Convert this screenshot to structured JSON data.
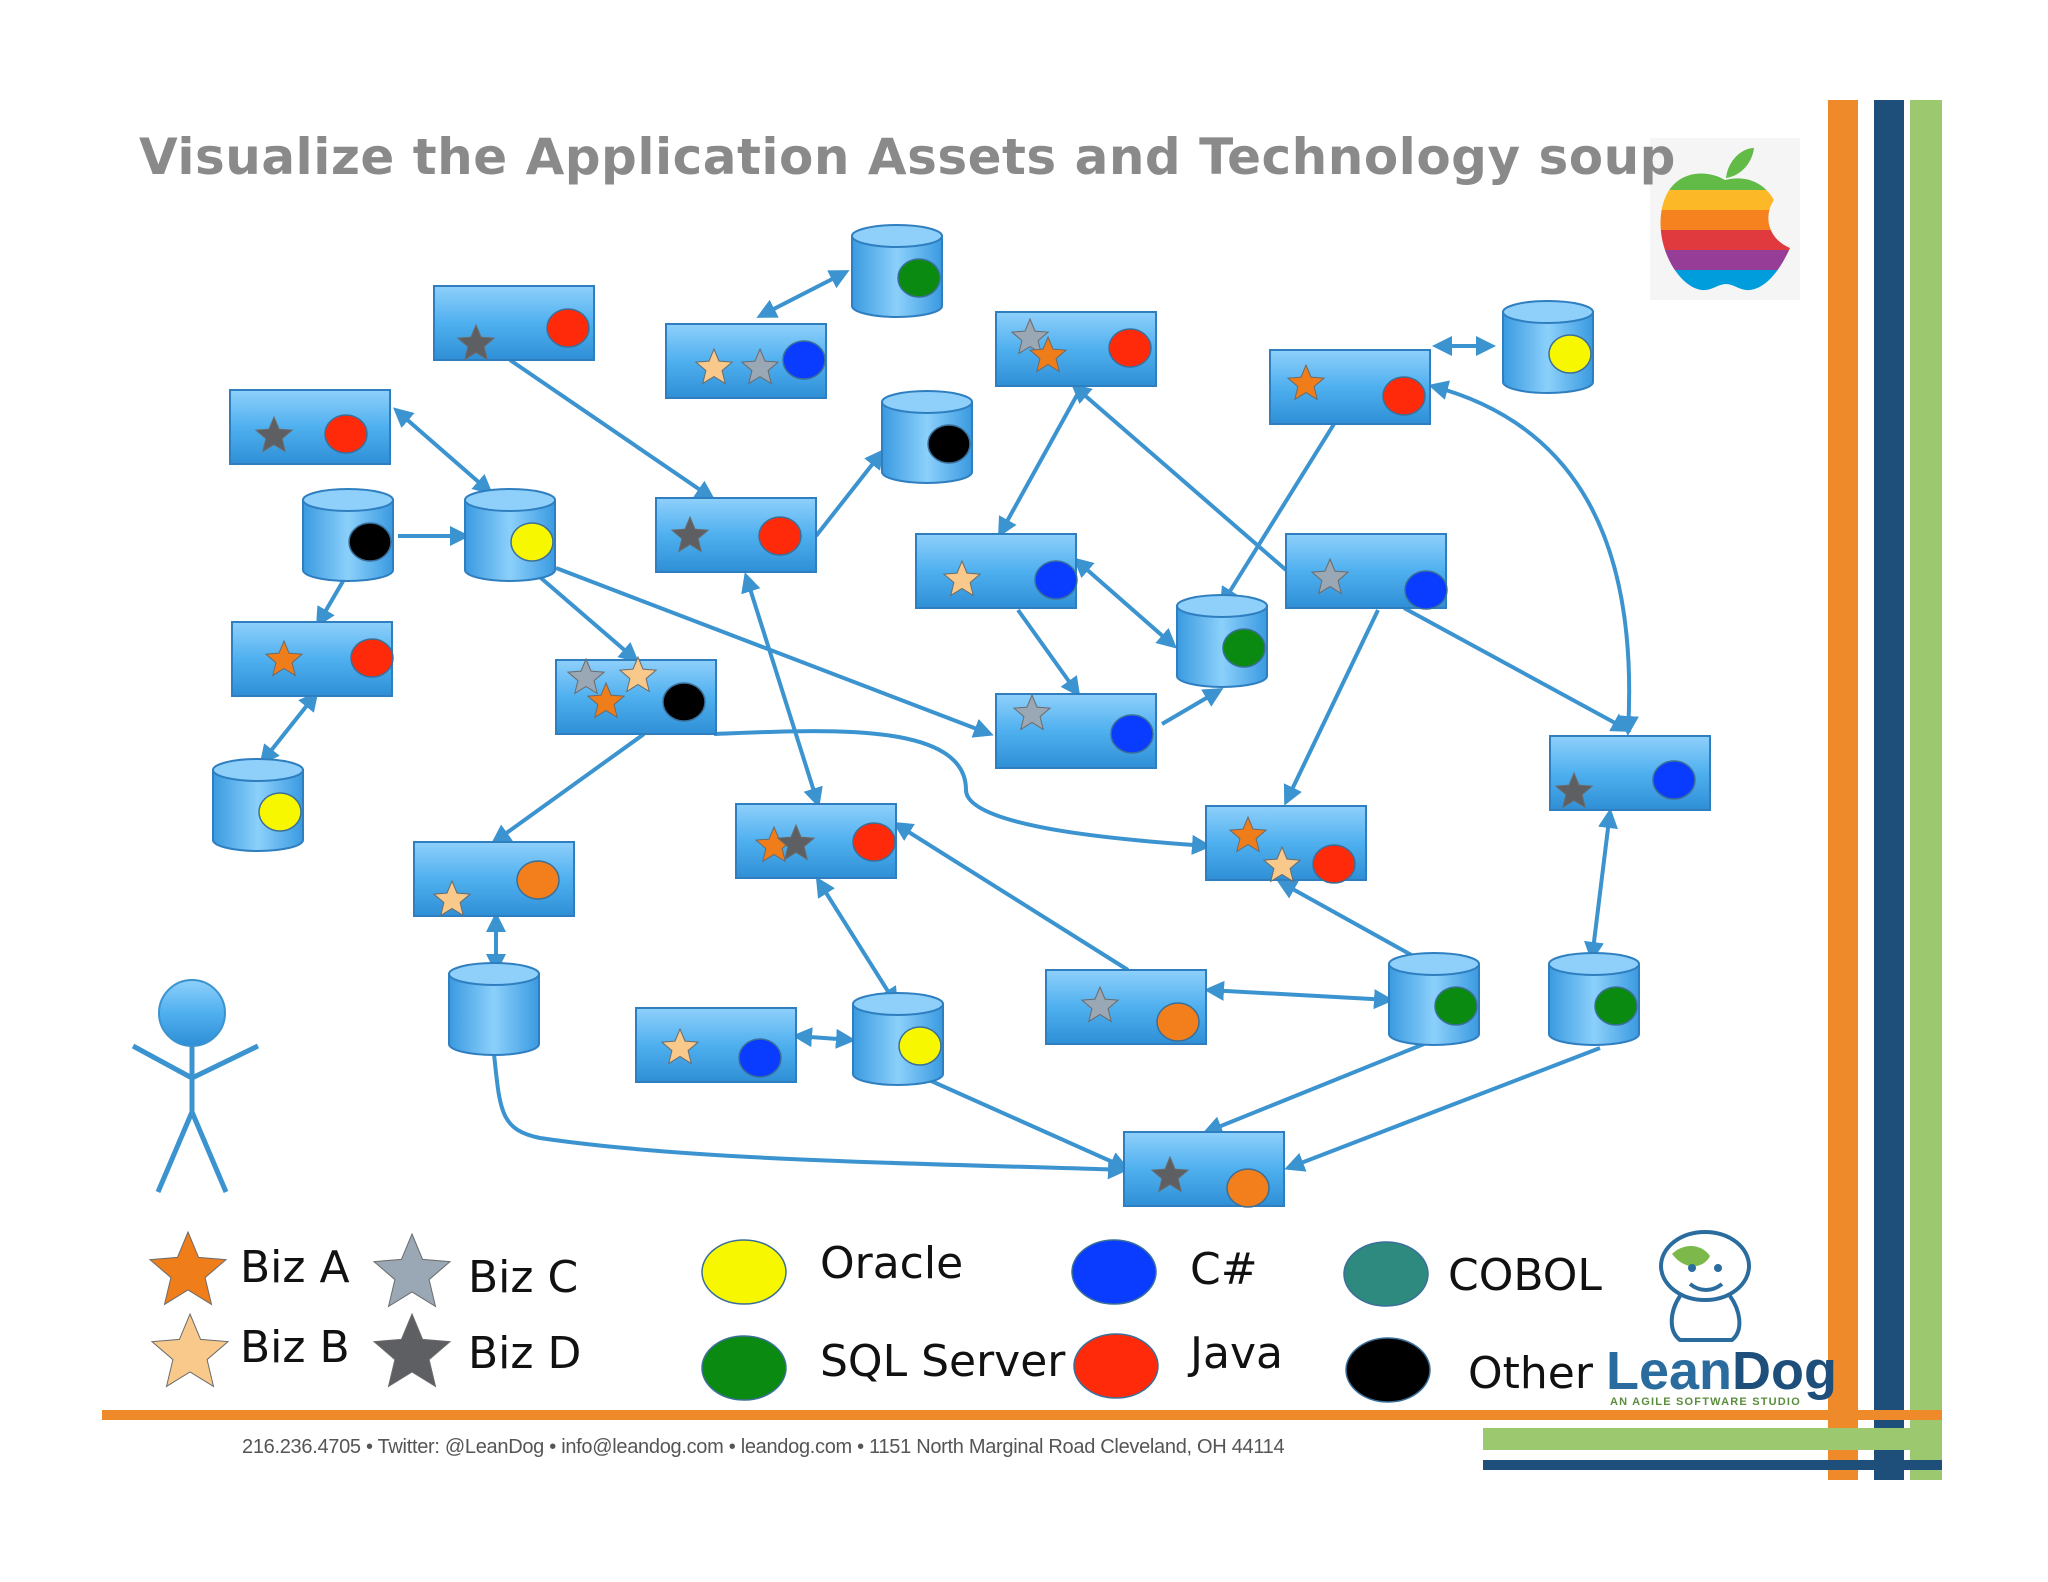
{
  "title": "Visualize the Application Assets and Technology soup",
  "legend": {
    "biz_a": "Biz A",
    "biz_b": "Biz B",
    "biz_c": "Biz C",
    "biz_d": "Biz D",
    "oracle": "Oracle",
    "sql_server": "SQL Server",
    "csharp": "C#",
    "java": "Java",
    "cobol": "COBOL",
    "other": "Other"
  },
  "colors": {
    "biz_a": "#ef7d1a",
    "biz_b": "#f8c98a",
    "biz_c": "#9aa7b4",
    "biz_d": "#5d5f63",
    "oracle": "#f7f700",
    "sql_server": "#0a8a10",
    "csharp": "#0a3cff",
    "java": "#ff2a0a",
    "cobol": "#2e8a7e",
    "other": "#000000",
    "box": "#4aa8e8",
    "arrow": "#3b93cf",
    "stripe_orange": "#ef8a2a",
    "stripe_navy": "#1d4f7a",
    "stripe_green": "#9cc870"
  },
  "brand": {
    "name_part1": "Lean",
    "name_part2": "Dog",
    "tagline": "AN AGILE SOFTWARE STUDIO"
  },
  "footer": "216.236.4705 • Twitter: @LeanDog • info@leandog.com • leandog.com • 1151 North Marginal Road Cleveland, OH 44114"
}
